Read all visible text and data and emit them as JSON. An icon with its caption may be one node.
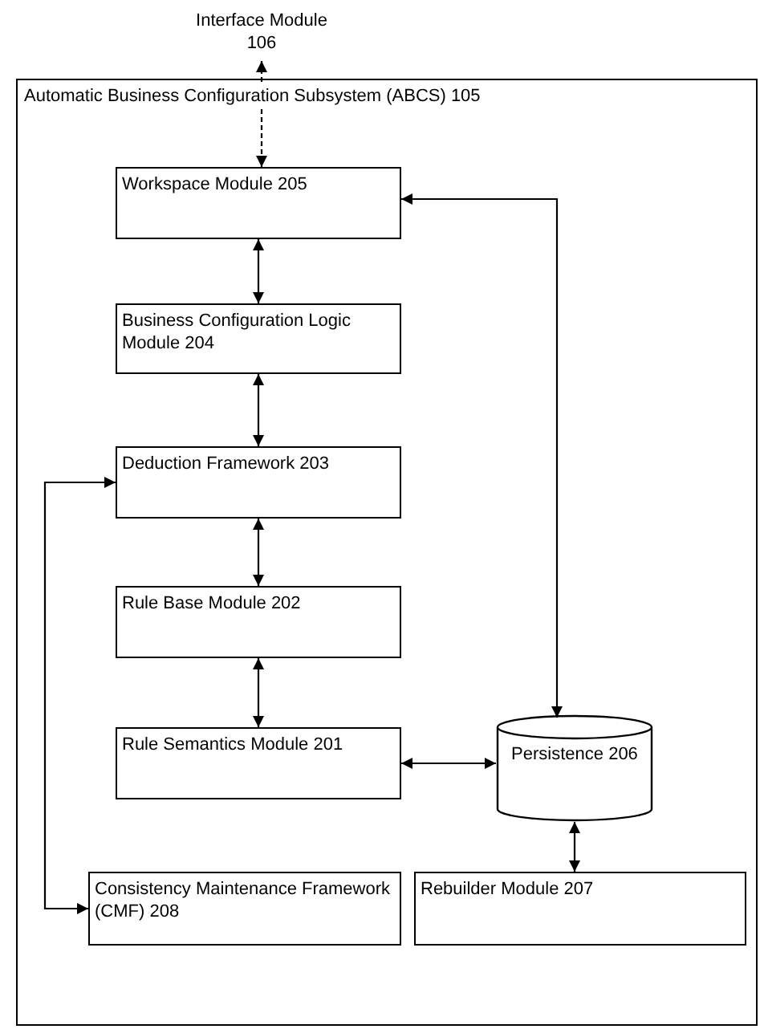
{
  "diagram": {
    "nodes": [
      {
        "text": [
          "Interface Module 106"
        ]
      },
      {
        "text": [
          "Automatic Business Configuration Subsystem (ABCS) 105"
        ]
      },
      {
        "text": [
          "Workspace Module 205"
        ],
        "in": 1
      },
      {
        "text": [
          "Business Configuration Logic Module 204"
        ],
        "in": 1
      },
      {
        "text": [
          "Deduction Framework 203"
        ],
        "in": 1
      },
      {
        "text": [
          "Rule Base Module 202"
        ],
        "in": 1
      },
      {
        "text": [
          "Rule Semantics Module 201"
        ],
        "in": 1
      },
      {
        "text": [
          "Persistence 206"
        ],
        "in": 1
      },
      {
        "text": [
          "Consistency Maintenance Framework (CMF) 208"
        ],
        "in": 1
      },
      {
        "text": [
          "Rebuilder Module 207"
        ],
        "in": 1
      }
    ],
    "edges": [
      {
        "from": 0,
        "to": 2,
        "arrow": "both",
        "style": "dashed"
      },
      {
        "from": 2,
        "to": 3,
        "arrow": "both"
      },
      {
        "from": 3,
        "to": 4,
        "arrow": "both"
      },
      {
        "from": 4,
        "to": 5,
        "arrow": "both"
      },
      {
        "from": 5,
        "to": 6,
        "arrow": "both"
      },
      {
        "from": 6,
        "to": 7,
        "arrow": "both"
      },
      {
        "from": 7,
        "to": 9,
        "arrow": "both"
      },
      {
        "from": 2,
        "to": 7,
        "arrow": "both"
      },
      {
        "from": 4,
        "to": 8,
        "arrow": "both"
      }
    ]
  }
}
